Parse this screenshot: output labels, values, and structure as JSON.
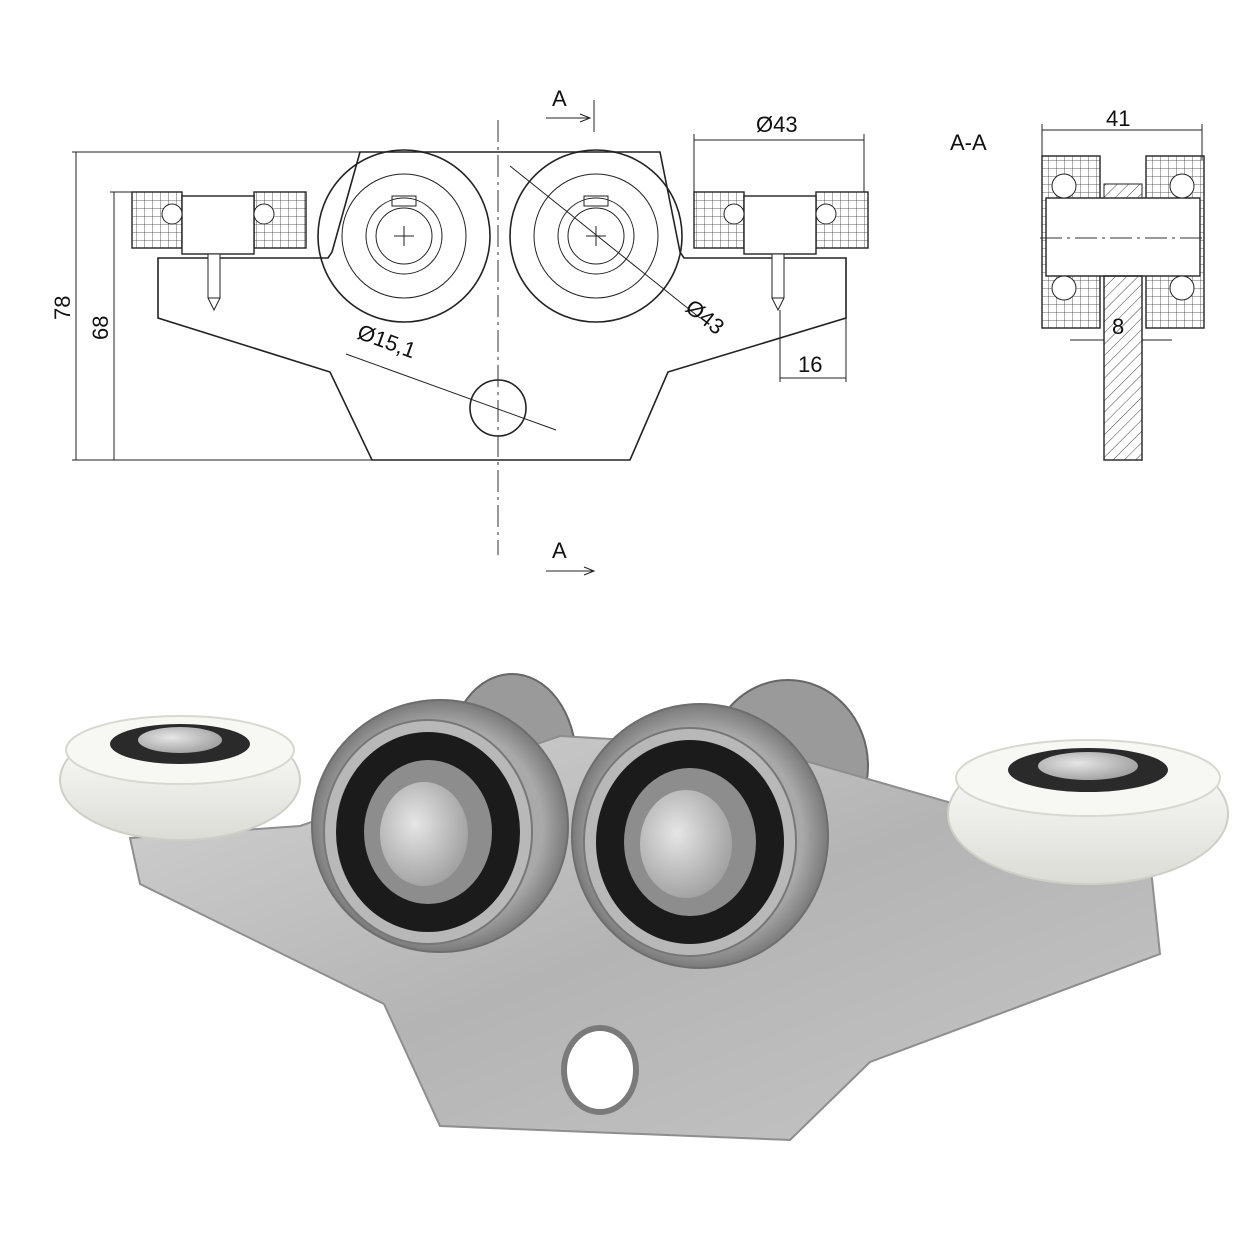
{
  "drawing": {
    "section_label": "A-A",
    "section_marker_top": "A",
    "section_marker_bottom": "A",
    "dims": {
      "height_total": "78",
      "height_body": "68",
      "wheel_dia_top": "Ø43",
      "wheel_dia_diag": "Ø43",
      "hole_dia": "Ø15,1",
      "offset": "16",
      "width_section": "41",
      "plate_thickness": "8"
    }
  },
  "colors": {
    "steel": "#bdbdbd",
    "steel_dark": "#8c8c8c",
    "nylon": "#f4f4f0",
    "rubber": "#1b1b1b"
  }
}
